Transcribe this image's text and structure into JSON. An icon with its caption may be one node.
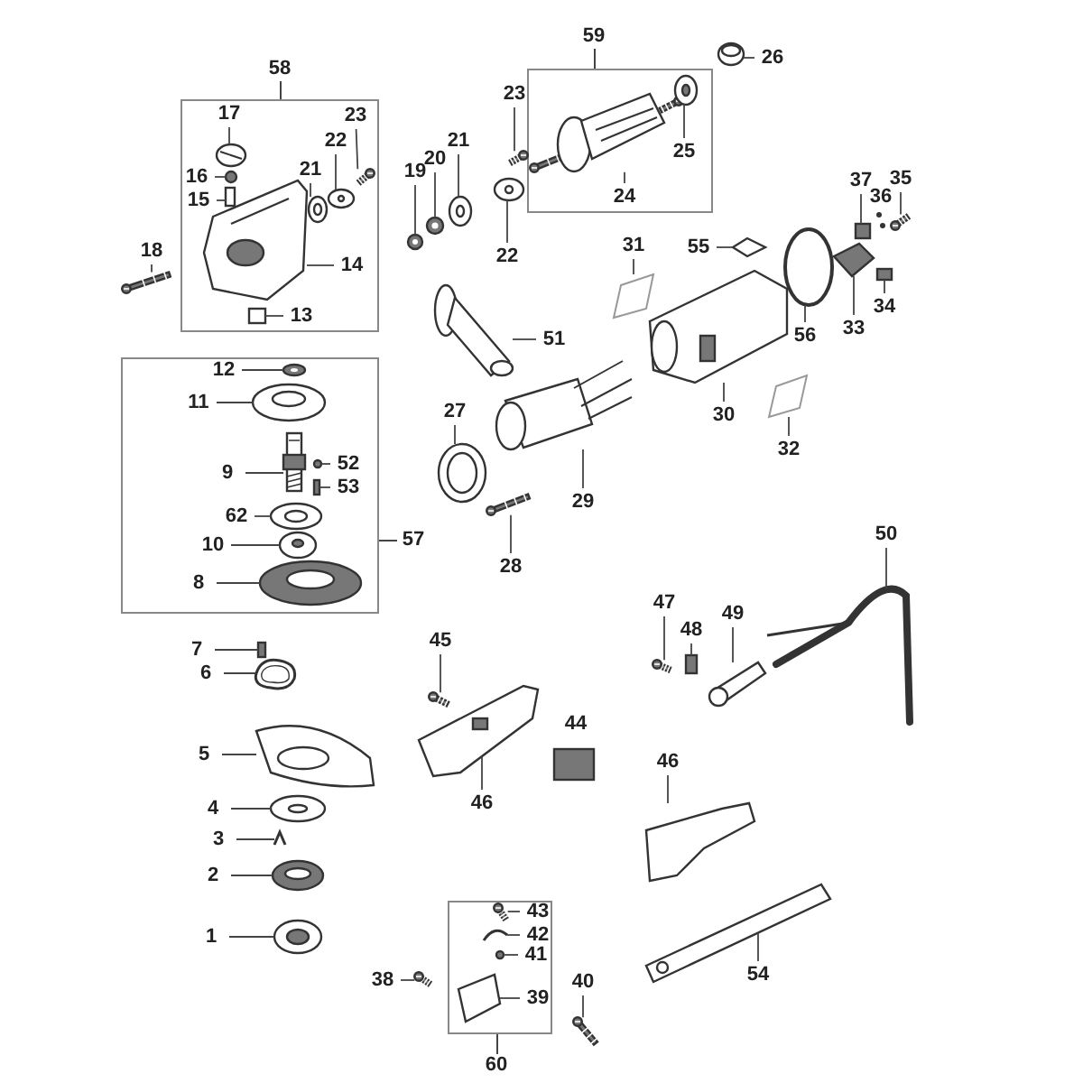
{
  "diagram": {
    "nodes": [
      {
        "text": [
          "58"
        ]
      },
      {
        "text": [
          "17"
        ],
        "in": 0
      },
      {
        "text": [],
        "shape": "picture",
        "in": 0
      },
      {
        "text": [
          "16"
        ],
        "in": 0
      },
      {
        "text": [],
        "shape": "circle",
        "in": 0
      },
      {
        "text": [
          "15"
        ],
        "in": 0
      },
      {
        "text": [],
        "shape": "box",
        "in": 0
      },
      {
        "text": [
          "23"
        ],
        "in": 0
      },
      {
        "text": [],
        "shape": "picture",
        "in": 0
      },
      {
        "text": [
          "22"
        ],
        "in": 0
      },
      {
        "text": [],
        "shape": "picture",
        "in": 0
      },
      {
        "text": [
          "21"
        ],
        "in": 0
      },
      {
        "text": [],
        "shape": "picture",
        "in": 0
      },
      {
        "text": [
          "14"
        ],
        "in": 0
      },
      {
        "text": [],
        "shape": "picture",
        "in": 0
      },
      {
        "text": [
          "13"
        ],
        "in": 0
      },
      {
        "text": [],
        "shape": "picture",
        "in": 0
      },
      {
        "text": [
          "18"
        ]
      },
      {
        "text": [],
        "shape": "picture"
      },
      {
        "text": [
          "19"
        ]
      },
      {
        "text": [],
        "shape": "picture"
      },
      {
        "text": [
          "20"
        ]
      },
      {
        "text": [],
        "shape": "picture"
      },
      {
        "text": [
          "21"
        ]
      },
      {
        "text": [],
        "shape": "picture"
      },
      {
        "text": [
          "22"
        ]
      },
      {
        "text": [],
        "shape": "picture"
      },
      {
        "text": [
          "23"
        ]
      },
      {
        "text": [],
        "shape": "picture"
      },
      {
        "text": [
          "59"
        ]
      },
      {
        "text": [
          "24"
        ],
        "in": 29
      },
      {
        "text": [],
        "shape": "picture",
        "in": 29
      },
      {
        "text": [
          "25"
        ],
        "in": 29
      },
      {
        "text": [],
        "shape": "picture",
        "in": 29
      },
      {
        "text": [
          "26"
        ]
      },
      {
        "text": [],
        "shape": "picture"
      },
      {
        "text": [
          "31"
        ]
      },
      {
        "text": [],
        "shape": "picture"
      },
      {
        "text": [
          "55"
        ]
      },
      {
        "text": [],
        "shape": "picture"
      },
      {
        "text": [
          "37"
        ]
      },
      {
        "text": [],
        "shape": "box"
      },
      {
        "text": [
          "35"
        ]
      },
      {
        "text": [],
        "shape": "picture"
      },
      {
        "text": [
          "33"
        ]
      },
      {
        "text": [],
        "shape": "picture"
      },
      {
        "text": [
          "34"
        ]
      },
      {
        "text": [],
        "shape": "box"
      },
      {
        "text": [
          "56"
        ]
      },
      {
        "text": [],
        "shape": "picture"
      },
      {
        "text": [
          "51"
        ]
      },
      {
        "text": [],
        "shape": "picture"
      },
      {
        "text": [
          "30"
        ]
      },
      {
        "text": [],
        "shape": "picture"
      },
      {
        "text": [
          "32"
        ]
      },
      {
        "text": [],
        "shape": "picture"
      },
      {
        "text": [
          "27"
        ]
      },
      {
        "text": [],
        "shape": "picture"
      },
      {
        "text": [
          "29"
        ]
      },
      {
        "text": [],
        "shape": "picture"
      },
      {
        "text": [
          "28"
        ]
      },
      {
        "text": [],
        "shape": "picture"
      },
      {
        "text": [
          "57"
        ]
      },
      {
        "text": [
          "12"
        ],
        "in": 62
      },
      {
        "text": [],
        "shape": "picture",
        "in": 62
      },
      {
        "text": [
          "11"
        ],
        "in": 62
      },
      {
        "text": [],
        "shape": "picture",
        "in": 62
      },
      {
        "text": [
          "52"
        ],
        "in": 62
      },
      {
        "text": [],
        "shape": "circle",
        "in": 62
      },
      {
        "text": [
          "9"
        ],
        "in": 62
      },
      {
        "text": [],
        "shape": "picture",
        "in": 62
      },
      {
        "text": [
          "53"
        ],
        "in": 62
      },
      {
        "text": [],
        "shape": "box",
        "in": 62
      },
      {
        "text": [
          "62"
        ],
        "in": 62
      },
      {
        "text": [],
        "shape": "picture",
        "in": 62
      },
      {
        "text": [
          "10"
        ],
        "in": 62
      },
      {
        "text": [],
        "shape": "picture",
        "in": 62
      },
      {
        "text": [
          "8"
        ],
        "in": 62
      },
      {
        "text": [],
        "shape": "picture",
        "in": 62
      },
      {
        "text": [
          "50"
        ]
      },
      {
        "text": [],
        "shape": "picture"
      },
      {
        "text": [
          "47"
        ]
      },
      {
        "text": [],
        "shape": "picture"
      },
      {
        "text": [
          "48"
        ]
      },
      {
        "text": [],
        "shape": "box"
      },
      {
        "text": [
          "49"
        ]
      },
      {
        "text": [],
        "shape": "picture"
      },
      {
        "text": [
          "45"
        ]
      },
      {
        "text": [],
        "shape": "picture"
      },
      {
        "text": [
          "7"
        ]
      },
      {
        "text": [],
        "shape": "box"
      },
      {
        "text": [
          "6"
        ]
      },
      {
        "text": [],
        "shape": "picture"
      },
      {
        "text": [
          "5"
        ]
      },
      {
        "text": [],
        "shape": "picture"
      },
      {
        "text": [
          "4"
        ]
      },
      {
        "text": [],
        "shape": "picture"
      },
      {
        "text": [
          "3"
        ]
      },
      {
        "text": [],
        "shape": "picture"
      },
      {
        "text": [
          "46"
        ]
      },
      {
        "text": [],
        "shape": "picture"
      },
      {
        "text": [
          "2"
        ]
      },
      {
        "text": [],
        "shape": "picture"
      },
      {
        "text": [
          "46"
        ]
      },
      {
        "text": [],
        "shape": "picture"
      },
      {
        "text": [
          "1"
        ]
      },
      {
        "text": [],
        "shape": "picture"
      },
      {
        "text": [
          "54"
        ]
      },
      {
        "text": [],
        "shape": "picture"
      },
      {
        "text": [
          "60"
        ]
      },
      {
        "text": [
          "43"
        ],
        "in": 109
      },
      {
        "text": [],
        "shape": "picture",
        "in": 109
      },
      {
        "text": [
          "42"
        ],
        "in": 109
      },
      {
        "text": [],
        "shape": "picture",
        "in": 109
      },
      {
        "text": [
          "41"
        ],
        "in": 109
      },
      {
        "text": [],
        "shape": "circle",
        "in": 109
      },
      {
        "text": [
          "39"
        ],
        "in": 109
      },
      {
        "text": [],
        "shape": "picture",
        "in": 109
      },
      {
        "text": [
          "38"
        ]
      },
      {
        "text": [],
        "shape": "picture"
      },
      {
        "text": [
          "40"
        ]
      },
      {
        "text": [],
        "shape": "picture"
      }
    ],
    "edges": [
      {
        "from": 1,
        "to": 2,
        "arrow": "none"
      },
      {
        "from": 3,
        "to": 4,
        "arrow": "none"
      },
      {
        "from": 5,
        "to": 6,
        "arrow": "none"
      },
      {
        "from": 7,
        "to": 8,
        "arrow": "none"
      },
      {
        "from": 9,
        "to": 10,
        "arrow": "none"
      },
      {
        "from": 11,
        "to": 12,
        "arrow": "none"
      },
      {
        "from": 13,
        "to": 14,
        "arrow": "none"
      },
      {
        "from": 15,
        "to": 16,
        "arrow": "none"
      },
      {
        "from": 17,
        "to": 18,
        "arrow": "none"
      },
      {
        "from": 19,
        "to": 20,
        "arrow": "none"
      },
      {
        "from": 21,
        "to": 22,
        "arrow": "none"
      },
      {
        "from": 23,
        "to": 24,
        "arrow": "none"
      },
      {
        "from": 25,
        "to": 26,
        "arrow": "none"
      },
      {
        "from": 27,
        "to": 28,
        "arrow": "none"
      },
      {
        "from": 30,
        "to": 31,
        "arrow": "none"
      },
      {
        "from": 32,
        "to": 33,
        "arrow": "none"
      },
      {
        "from": 34,
        "to": 35,
        "arrow": "none"
      },
      {
        "from": 36,
        "to": 37,
        "arrow": "none"
      },
      {
        "from": 38,
        "to": 39,
        "arrow": "none"
      },
      {
        "from": 40,
        "to": 41,
        "arrow": "none"
      },
      {
        "from": 42,
        "to": 43,
        "arrow": "none"
      },
      {
        "from": 44,
        "to": 45,
        "arrow": "none"
      },
      {
        "from": 46,
        "to": 47,
        "arrow": "none"
      },
      {
        "from": 48,
        "to": 49,
        "arrow": "none"
      },
      {
        "from": 50,
        "to": 51,
        "arrow": "none"
      },
      {
        "from": 52,
        "to": 53,
        "arrow": "none"
      },
      {
        "from": 54,
        "to": 55,
        "arrow": "none"
      },
      {
        "from": 56,
        "to": 57,
        "arrow": "none"
      },
      {
        "from": 58,
        "to": 59,
        "arrow": "none"
      },
      {
        "from": 60,
        "to": 61,
        "arrow": "none"
      },
      {
        "from": 63,
        "to": 64,
        "arrow": "none"
      },
      {
        "from": 65,
        "to": 66,
        "arrow": "none"
      },
      {
        "from": 67,
        "to": 68,
        "arrow": "none"
      },
      {
        "from": 69,
        "to": 70,
        "arrow": "none"
      },
      {
        "from": 71,
        "to": 72,
        "arrow": "none"
      },
      {
        "from": 73,
        "to": 74,
        "arrow": "none"
      },
      {
        "from": 75,
        "to": 76,
        "arrow": "none"
      },
      {
        "from": 77,
        "to": 78,
        "arrow": "none"
      },
      {
        "from": 79,
        "to": 80,
        "arrow": "none"
      },
      {
        "from": 81,
        "to": 82,
        "arrow": "none"
      },
      {
        "from": 83,
        "to": 84,
        "arrow": "none"
      },
      {
        "from": 85,
        "to": 86,
        "arrow": "none"
      },
      {
        "from": 87,
        "to": 88,
        "arrow": "none"
      },
      {
        "from": 89,
        "to": 90,
        "arrow": "none"
      },
      {
        "from": 91,
        "to": 92,
        "arrow": "none"
      },
      {
        "from": 93,
        "to": 94,
        "arrow": "none"
      },
      {
        "from": 95,
        "to": 96,
        "arrow": "none"
      },
      {
        "from": 97,
        "to": 98,
        "arrow": "none"
      },
      {
        "from": 99,
        "to": 100,
        "arrow": "none"
      },
      {
        "from": 101,
        "to": 102,
        "arrow": "none"
      },
      {
        "from": 103,
        "to": 104,
        "arrow": "none"
      },
      {
        "from": 105,
        "to": 106,
        "arrow": "none"
      },
      {
        "from": 107,
        "to": 108,
        "arrow": "none"
      },
      {
        "from": 110,
        "to": 111,
        "arrow": "none"
      },
      {
        "from": 112,
        "to": 113,
        "arrow": "none"
      },
      {
        "from": 114,
        "to": 115,
        "arrow": "none"
      },
      {
        "from": 116,
        "to": 117,
        "arrow": "none"
      },
      {
        "from": 118,
        "to": 119,
        "arrow": "none"
      },
      {
        "from": 120,
        "to": 121,
        "arrow": "none"
      }
    ],
    "labels": [
      "36",
      "44"
    ]
  }
}
